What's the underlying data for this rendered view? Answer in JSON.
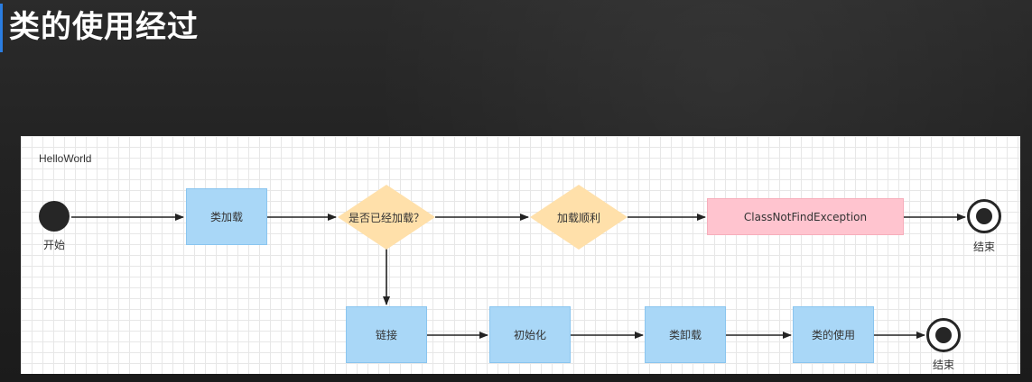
{
  "slide": {
    "title": "类的使用经过",
    "accent_color": "#2a7de1"
  },
  "diagram": {
    "label": "HelloWorld",
    "nodes": {
      "start": {
        "caption": "开始"
      },
      "class_load": {
        "label": "类加载"
      },
      "decision_loaded": {
        "label": "是否已经加载？"
      },
      "decision_load_ok": {
        "label": "加载顺利"
      },
      "exception": {
        "label": "ClassNotFindException"
      },
      "end_top": {
        "caption": "结束"
      },
      "link": {
        "label": "链接"
      },
      "init": {
        "label": "初始化"
      },
      "unload": {
        "label": "类卸载"
      },
      "use": {
        "label": "类的使用"
      },
      "end_bottom": {
        "caption": "结束"
      }
    },
    "colors": {
      "process": "#a9d7f7",
      "decision": "#ffe0aa",
      "exception": "#ffc4cf",
      "terminal": "#262626"
    }
  }
}
